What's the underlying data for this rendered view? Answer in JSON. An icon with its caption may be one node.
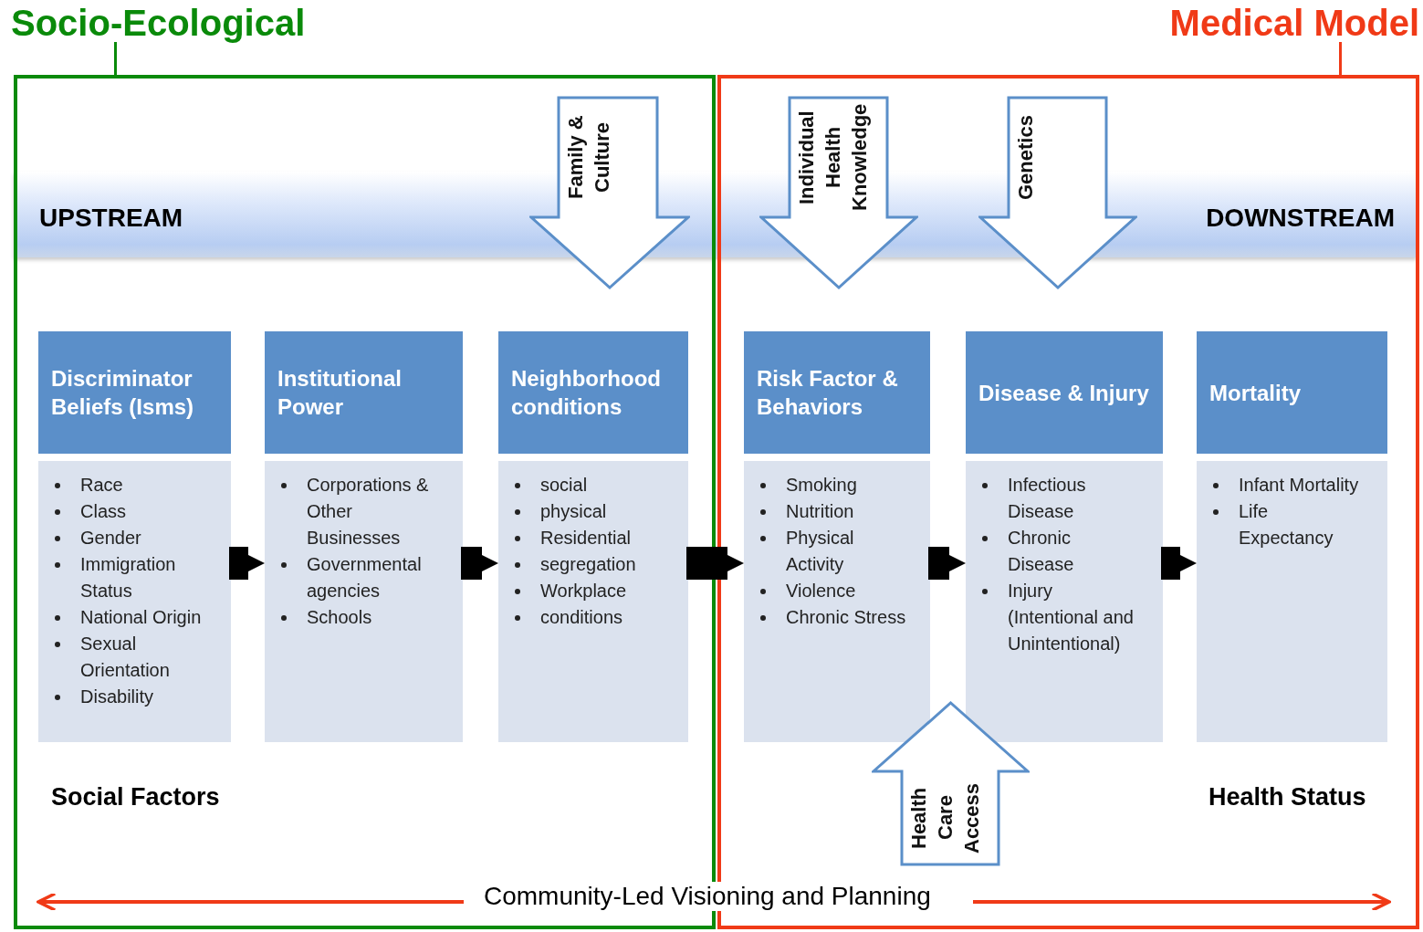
{
  "diagram": {
    "nodes": [
      {
        "text": [
          "Socio-Ecological"
        ]
      },
      {
        "text": [
          "Family & Culture"
        ],
        "in": 0
      },
      {
        "text": [
          "Discriminator Beliefs (Isms)",
          "Race",
          "Class",
          "Gender",
          "Immigration Status",
          "National Origin",
          "Sexual Orientation",
          "Disability"
        ],
        "in": 0
      },
      {
        "text": [
          "Institutional Power",
          "Corporations & Other Businesses",
          "Governmental agencies",
          "Schools"
        ],
        "in": 0
      },
      {
        "text": [
          "Neighborhood conditions",
          "social",
          "physical",
          "Residential",
          "segregation",
          "Workplace",
          "conditions"
        ],
        "in": 0
      },
      {
        "text": [
          "Medical Model"
        ]
      },
      {
        "text": [
          "Individual Health Knowledge"
        ],
        "in": 5
      },
      {
        "text": [
          "Genetics"
        ],
        "in": 5
      },
      {
        "text": [
          "Risk Factor & Behaviors",
          "Smoking",
          "Nutrition",
          "Physical Activity",
          "Violence",
          "Chronic Stress"
        ],
        "in": 5
      },
      {
        "text": [
          "Disease & Injury",
          "Infectious Disease",
          "Chronic Disease",
          "Injury (Intentional and Unintentional)"
        ],
        "in": 5
      },
      {
        "text": [
          "Mortality",
          "Infant Mortality",
          "Life Expectancy"
        ],
        "in": 5
      },
      {
        "text": [
          "Health Care Access"
        ],
        "in": 5
      },
      {
        "text": [
          "UPSTREAM",
          "DOWNSTREAM"
        ]
      }
    ],
    "edges": [
      {
        "from": 2,
        "to": 3,
        "arrow": "to"
      },
      {
        "from": 3,
        "to": 4,
        "arrow": "to"
      },
      {
        "from": 4,
        "to": 8,
        "arrow": "to"
      },
      {
        "from": 8,
        "to": 9,
        "arrow": "to"
      },
      {
        "from": 9,
        "to": 10,
        "arrow": "to"
      }
    ],
    "labels": [
      "Social Factors",
      "Health Status",
      "Community-Led Visioning and Planning"
    ]
  }
}
